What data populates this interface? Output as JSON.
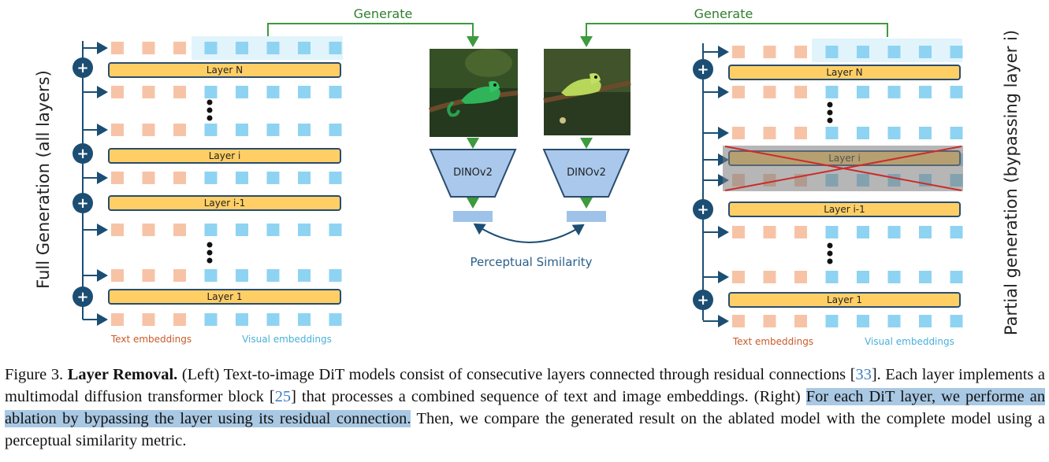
{
  "diagram": {
    "left_title": "Full Generation (all layers)",
    "right_title": "Partial generation (bypassing layer i)",
    "generate_label": "Generate",
    "encoder_label": "DINOv2",
    "similarity_label": "Perceptual Similarity",
    "legend_text": "Text embeddings",
    "legend_visual": "Visual embeddings",
    "left_layers": [
      "Layer N",
      "Layer i",
      "Layer i-1",
      "Layer 1"
    ],
    "right_layers": [
      "Layer N",
      "Layer i",
      "Layer i-1",
      "Layer 1"
    ],
    "plus_symbol": "+",
    "colors": {
      "text_token": "#f7c3a6",
      "visual_token": "#8fd3f2",
      "layer_fill": "#ffcf66",
      "layer_stroke": "#2a4c6e",
      "residual": "#1c4e73",
      "generate_arrow": "#3d9a3d",
      "encoder": "#a9c8ec",
      "cross": "#cc2b2b",
      "legend_text": "#c85b2a",
      "legend_visual": "#4ab0d8"
    }
  },
  "caption": {
    "figure_label": "Figure 3.",
    "title": "Layer Removal.",
    "part1": "(Left) Text-to-image DiT models consist of consecutive layers connected through residual connections [",
    "cite1": "33",
    "part2": "]. Each layer implements a multimodal diffusion transformer block [",
    "cite2": "25",
    "part3": "] that processes a combined sequence of text and image embeddings. (Right) ",
    "highlight": "For each DiT layer, we performe an ablation by bypassing the layer using its residual connection.",
    "part4": " Then, we compare the generated result on the ablated model with the complete model using a perceptual similarity metric."
  }
}
